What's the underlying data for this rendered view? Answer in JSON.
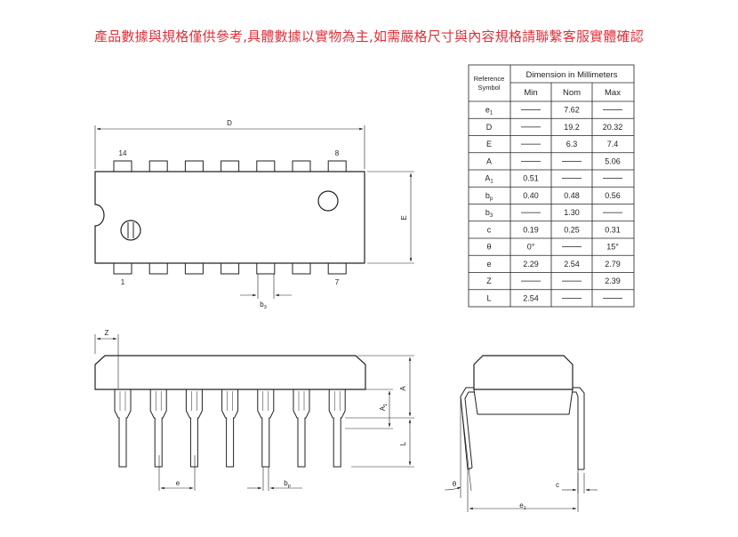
{
  "notice": "產品數據與規格僅供參考,具體數據以實物為主,如需嚴格尺寸與內容規格請聯繫客服實體確認",
  "table": {
    "ref_label_1": "Reference",
    "ref_label_2": "Symbol",
    "group_header": "Dimension in Millimeters",
    "col_headers": [
      "Min",
      "Nom",
      "Max"
    ],
    "rows": [
      {
        "symbol": "e",
        "sub": "1",
        "min": "",
        "nom": "7.62",
        "max": ""
      },
      {
        "symbol": "D",
        "sub": "",
        "min": "",
        "nom": "19.2",
        "max": "20.32"
      },
      {
        "symbol": "E",
        "sub": "",
        "min": "",
        "nom": "6.3",
        "max": "7.4"
      },
      {
        "symbol": "A",
        "sub": "",
        "min": "",
        "nom": "",
        "max": "5.06"
      },
      {
        "symbol": "A",
        "sub": "1",
        "min": "0.51",
        "nom": "",
        "max": ""
      },
      {
        "symbol": "b",
        "sub": "p",
        "min": "0.40",
        "nom": "0.48",
        "max": "0.56"
      },
      {
        "symbol": "b",
        "sub": "3",
        "min": "",
        "nom": "1.30",
        "max": ""
      },
      {
        "symbol": "c",
        "sub": "",
        "min": "0.19",
        "nom": "0.25",
        "max": "0.31"
      },
      {
        "symbol": "θ",
        "sub": "",
        "min": "0°",
        "nom": "",
        "max": "15°"
      },
      {
        "symbol": "e",
        "sub": "",
        "min": "2.29",
        "nom": "2.54",
        "max": "2.79"
      },
      {
        "symbol": "Z",
        "sub": "",
        "min": "",
        "nom": "",
        "max": "2.39"
      },
      {
        "symbol": "L",
        "sub": "",
        "min": "2.54",
        "nom": "",
        "max": ""
      }
    ]
  },
  "top_view": {
    "dim_D": "D",
    "dim_E": "E",
    "dim_b3": "b",
    "dim_b3_sub": "3",
    "pin_14": "14",
    "pin_8": "8",
    "pin_1": "1",
    "pin_7": "7"
  },
  "side_view": {
    "dim_Z": "Z",
    "dim_A": "A",
    "dim_A1": "A",
    "dim_A1_sub": "1",
    "dim_L": "L",
    "dim_e": "e",
    "dim_bp": "b",
    "dim_bp_sub": "p"
  },
  "end_view": {
    "dim_theta": "θ",
    "dim_c": "c",
    "dim_e1": "e",
    "dim_e1_sub": "1"
  },
  "colors": {
    "notice": "#e0303a",
    "line": "#222222"
  }
}
